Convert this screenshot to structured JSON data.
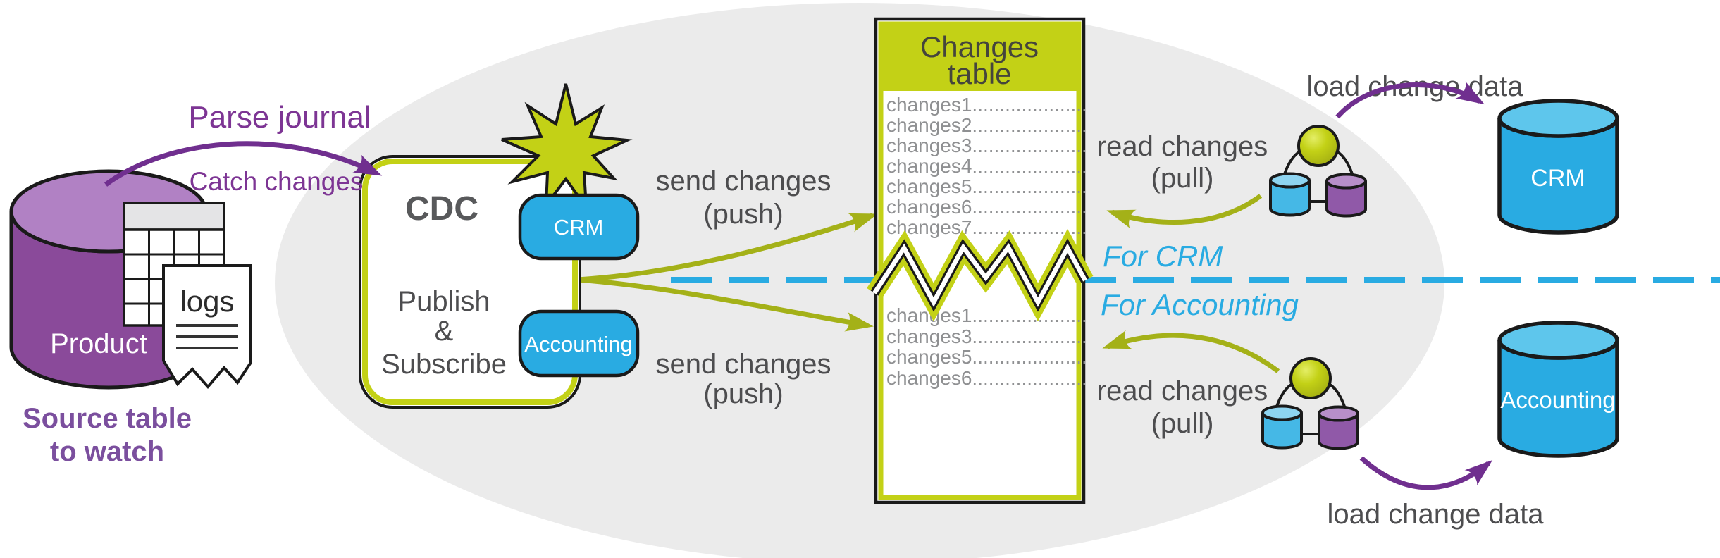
{
  "colors": {
    "canvas_bg": "#ffffff",
    "zone_ellipse": "#ebebeb",
    "chartreuse": "#c3d116",
    "olive_arrow": "#a4b118",
    "cyan": "#29abe2",
    "cyan_light": "#5ec6ec",
    "purple_arrow": "#702f8f",
    "purple_cylinder": "#8a4a9a",
    "purple_cylinder_top": "#b181c4",
    "caption_purple": "#7b4f9e",
    "text_gray": "#4d4d4f",
    "row_gray": "#8f9092"
  },
  "source": {
    "product_label": "Product",
    "logs_label": "logs",
    "caption_line1": "Source table",
    "caption_line2": "to watch"
  },
  "capture": {
    "label": "Parse journal",
    "sublabel": "Catch changes"
  },
  "cdc": {
    "title": "CDC",
    "line1": "Publish",
    "line2": "&",
    "line3": "Subscribe",
    "tab_crm": "CRM",
    "tab_accounting": "Accounting"
  },
  "push_top": {
    "line1": "send changes",
    "line2": "(push)"
  },
  "push_bottom": {
    "line1": "send changes",
    "line2": "(push)"
  },
  "changes_table": {
    "title_line1": "Changes",
    "title_line2": "table",
    "rows_top": [
      "changes1.....................",
      "changes2.....................",
      "changes3.....................",
      "changes4.....................",
      "changes5.....................",
      "changes6.....................",
      "changes7....................."
    ],
    "rows_bottom": [
      "changes1.....................",
      "changes3.....................",
      "changes5.....................",
      "changes6....................."
    ]
  },
  "partition": {
    "crm": "For CRM",
    "accounting": "For Accounting"
  },
  "pull_top": {
    "line1": "read changes",
    "line2": "(pull)"
  },
  "pull_bottom": {
    "line1": "read changes",
    "line2": "(pull)"
  },
  "load_top": "load change data",
  "load_bottom": "load change data",
  "targets": {
    "crm": "CRM",
    "accounting": "Accounting"
  }
}
